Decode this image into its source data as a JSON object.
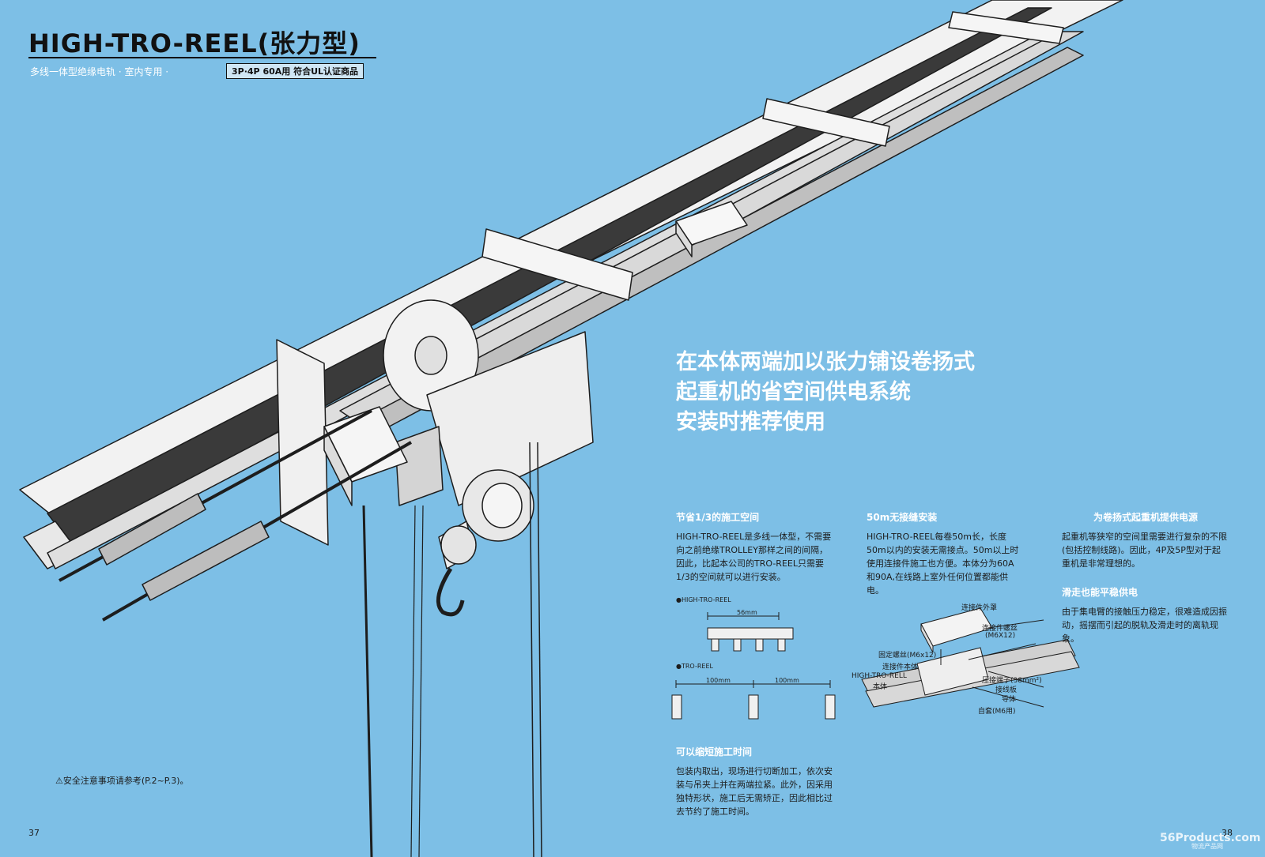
{
  "header": {
    "title": "HIGH-TRO-REEL(张力型)",
    "subtitle": "多线一体型绝缘电轨 · 室内专用 ·",
    "badge": "3P·4P 60A用 符合UL认证商品"
  },
  "headline": {
    "line1": "在本体两端加以张力铺设卷扬式",
    "line2": "起重机的省空间供电系统",
    "line3": "安装时推荐使用"
  },
  "sections": {
    "space": {
      "title": "节省1/3的施工空间",
      "body": "HIGH-TRO-REEL是多线一体型，不需要向之前绝缘TROLLEY那样之间的间隔，因此，比起本公司的TRO-REEL只需要1/3的空间就可以进行安装。"
    },
    "seamless": {
      "title": "50m无接缝安装",
      "body": "HIGH-TRO-REEL每卷50m长，长度50m以内的安装无需接点。50m以上时使用连接件施工也方便。本体分为60A和90A,在线路上室外任何位置都能供电。"
    },
    "hoist": {
      "title": "为卷扬式起重机提供电源",
      "body": "起重机等狭窄的空间里需要进行复杂的不限(包括控制线路)。因此，4P及5P型对于起重机是非常理想的。"
    },
    "stable": {
      "title": "滑走也能平稳供电",
      "body": "由于集电臂的接触压力稳定，很难造成因振动，摇摆而引起的脱轨及滑走时的离轨现象。"
    },
    "time": {
      "title": "可以缩短施工时间",
      "body": "包装内取出，现场进行切断加工，依次安装与吊夹上并在两端拉紧。此外，因采用独特形状，施工后无需矫正，因此相比过去节约了施工时间。"
    }
  },
  "diagram_compare": {
    "label_high": "●HIGH-TRO-REEL",
    "dim_high": "56mm",
    "label_tro": "●TRO-REEL",
    "dim_tro_1": "100mm",
    "dim_tro_2": "100mm"
  },
  "diagram_joint": {
    "cover": "连接件外罩",
    "bolt": "连接件螺丝",
    "bolt_size": "(M6X12)",
    "fix_bolt": "固定螺丝(M6x12)",
    "joint_body": "连接件本体",
    "reel_body": "HIGH-TRO-RELL",
    "reel_body2": "本体",
    "terminal": "压接端子(38mm²)",
    "plate": "接线板",
    "conductor": "导体",
    "cap": "自套(M6用)"
  },
  "footer": {
    "warning": "⚠安全注意事项请参考(P.2~P.3)。",
    "page_left": "37",
    "page_right": "38",
    "watermark": "56Products.com",
    "watermark_sub": "物流产品网"
  },
  "colors": {
    "background": "#7dbfe6",
    "line_art": "#1d1d1d",
    "rail_fill": "#efefef"
  }
}
